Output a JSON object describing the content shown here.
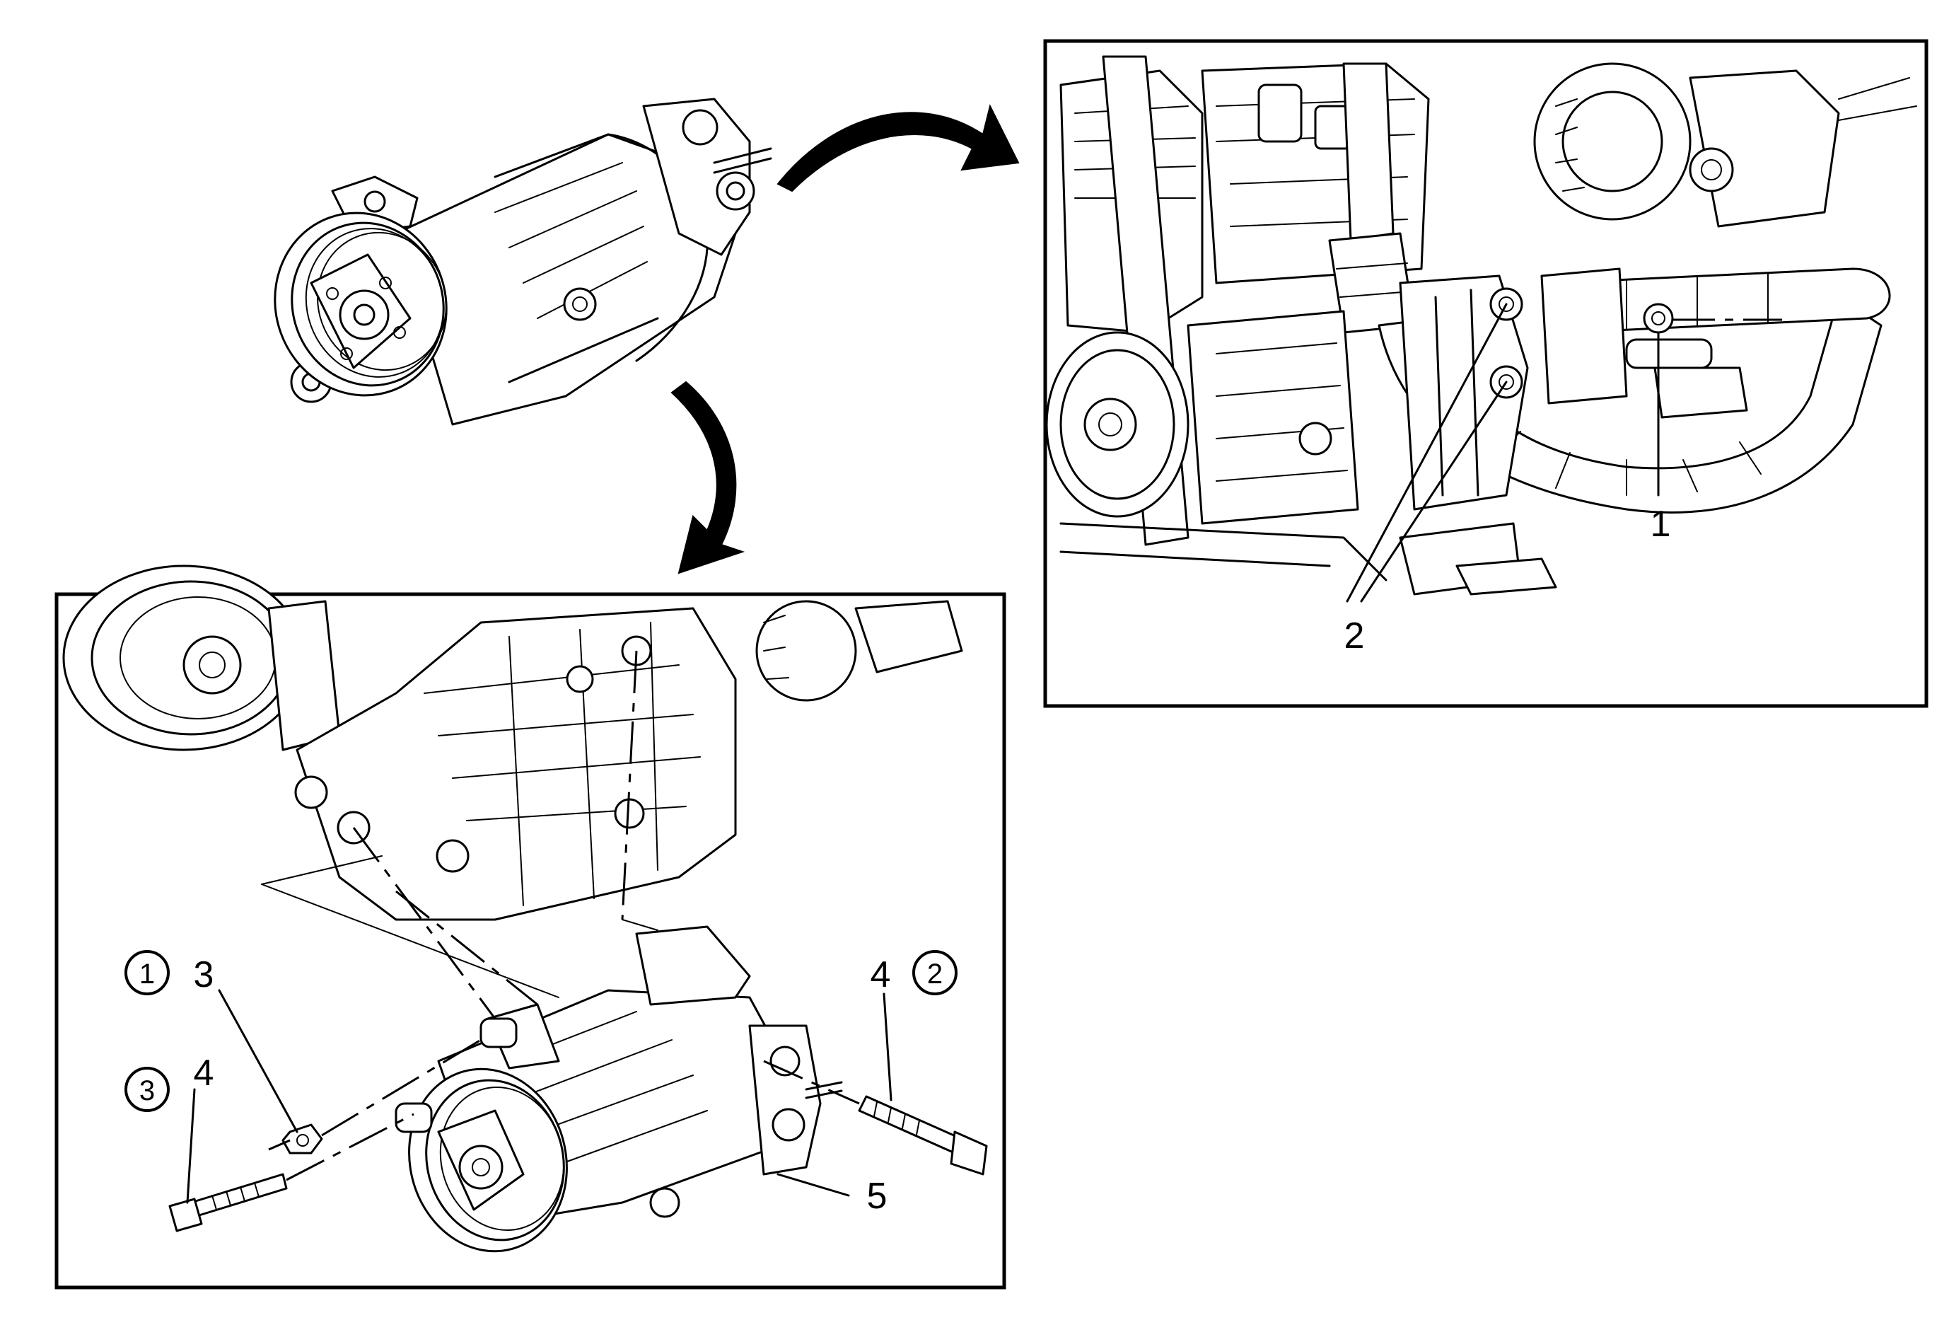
{
  "callouts": {
    "c1": "1",
    "c2": "2",
    "c3": "3",
    "c4_right": "4",
    "c4_left": "4",
    "c5": "5"
  },
  "sequence_marks": {
    "s1": "1",
    "s2": "2",
    "s3": "3"
  },
  "colors": {
    "line": "#000000",
    "background": "#ffffff"
  }
}
